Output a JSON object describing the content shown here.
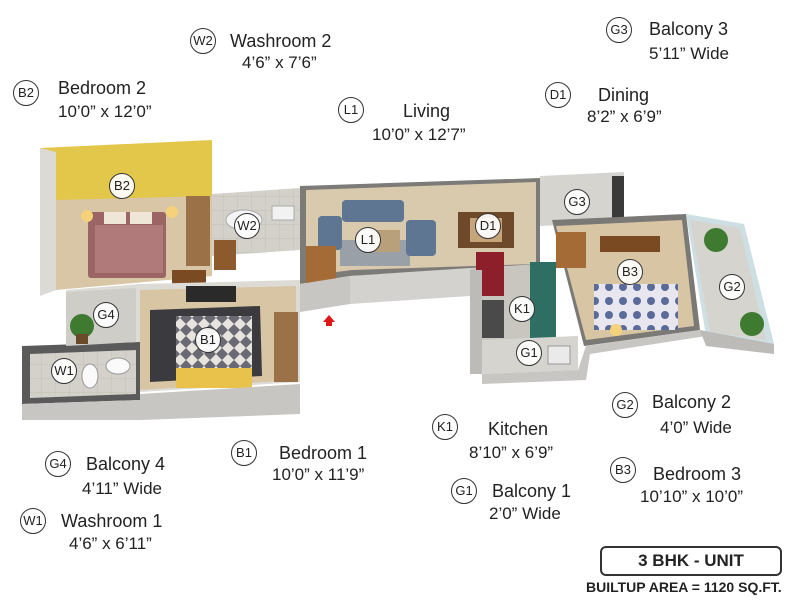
{
  "rooms": {
    "w2": {
      "code": "W2",
      "name": "Washroom 2",
      "dims": "4’6” x 7’6”"
    },
    "g3": {
      "code": "G3",
      "name": "Balcony 3",
      "dims": "5’11” Wide"
    },
    "b2": {
      "code": "B2",
      "name": "Bedroom 2",
      "dims": "10’0” x 12’0”"
    },
    "l1": {
      "code": "L1",
      "name": "Living",
      "dims": "10’0” x 12’7”"
    },
    "d1": {
      "code": "D1",
      "name": "Dining",
      "dims": "8’2” x 6’9”"
    },
    "g2": {
      "code": "G2",
      "name": "Balcony 2",
      "dims": "4’0” Wide"
    },
    "k1": {
      "code": "K1",
      "name": "Kitchen",
      "dims": "8’10” x 6’9”"
    },
    "b3": {
      "code": "B3",
      "name": "Bedroom 3",
      "dims": "10’10” x 10’0”"
    },
    "g4": {
      "code": "G4",
      "name": "Balcony 4",
      "dims": "4’11” Wide"
    },
    "b1": {
      "code": "B1",
      "name": "Bedroom 1",
      "dims": "10’0” x 11’9”"
    },
    "g1": {
      "code": "G1",
      "name": "Balcony 1",
      "dims": "2’0” Wide"
    },
    "w1": {
      "code": "W1",
      "name": "Washroom 1",
      "dims": "4’6” x 6’11”"
    }
  },
  "unit_type": "3 BHK - UNIT",
  "builtup_area": "BUILTUP AREA = 1120 SQ.FT.",
  "colors": {
    "bedroom2_wall": "#e3c74a",
    "wall": "#e9e6e1",
    "floor": "#d9c9ad",
    "tile": "#d6d4cf",
    "bed_cover": "#b07a7a",
    "bed_cover_blue": "#6b7fae",
    "wood": "#8a5a2e",
    "entry_marker": "#e01818"
  },
  "icons": {
    "entry": "entry-arrow-icon"
  }
}
